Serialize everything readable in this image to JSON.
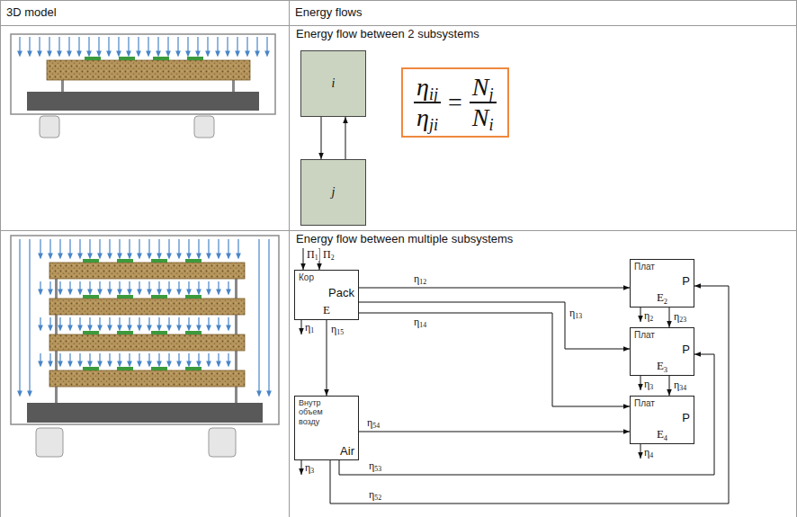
{
  "diagram": {
    "nodes": [
      {
        "text": [
          "i"
        ]
      },
      {
        "text": [
          "j"
        ]
      },
      {
        "text": [
          "ηij",
          "ηji",
          "=",
          "Nj",
          "Ni"
        ]
      },
      {
        "text": [
          "Кор",
          "Pack",
          "E"
        ]
      },
      {
        "text": [
          "Плат",
          "P",
          "E2"
        ]
      },
      {
        "text": [
          "Плат",
          "P",
          "E3"
        ]
      },
      {
        "text": [
          "Плат",
          "P",
          "E4"
        ]
      },
      {
        "text": [
          "Внутр объем возду",
          "Air"
        ]
      }
    ],
    "edges": [
      {
        "from": 0,
        "to": 1,
        "arrow": "to"
      },
      {
        "from": 1,
        "to": 0,
        "arrow": "to"
      },
      {
        "from": 3,
        "to": 4,
        "label": "η12",
        "arrow": "to"
      },
      {
        "from": 3,
        "to": 5,
        "label": "η13",
        "arrow": "to"
      },
      {
        "from": 3,
        "to": 6,
        "label": "η14",
        "arrow": "to"
      },
      {
        "from": 3,
        "to": 7,
        "label": "η15",
        "arrow": "to"
      },
      {
        "from": 4,
        "to": 5,
        "label": "η23",
        "arrow": "to"
      },
      {
        "from": 5,
        "to": 6,
        "label": "η34",
        "arrow": "to"
      },
      {
        "from": 7,
        "to": 6,
        "label": "η54",
        "arrow": "to"
      },
      {
        "from": 7,
        "to": 5,
        "label": "η53",
        "arrow": "to"
      },
      {
        "from": 7,
        "to": 4,
        "label": "η52",
        "arrow": "to"
      }
    ],
    "labels": [
      "3D model",
      "Energy flows",
      "Energy flow between 2 subsystems",
      "Energy flow between multiple subsystems",
      "П1",
      "П2",
      "η1",
      "η2",
      "η3",
      "η4",
      "η3"
    ]
  }
}
